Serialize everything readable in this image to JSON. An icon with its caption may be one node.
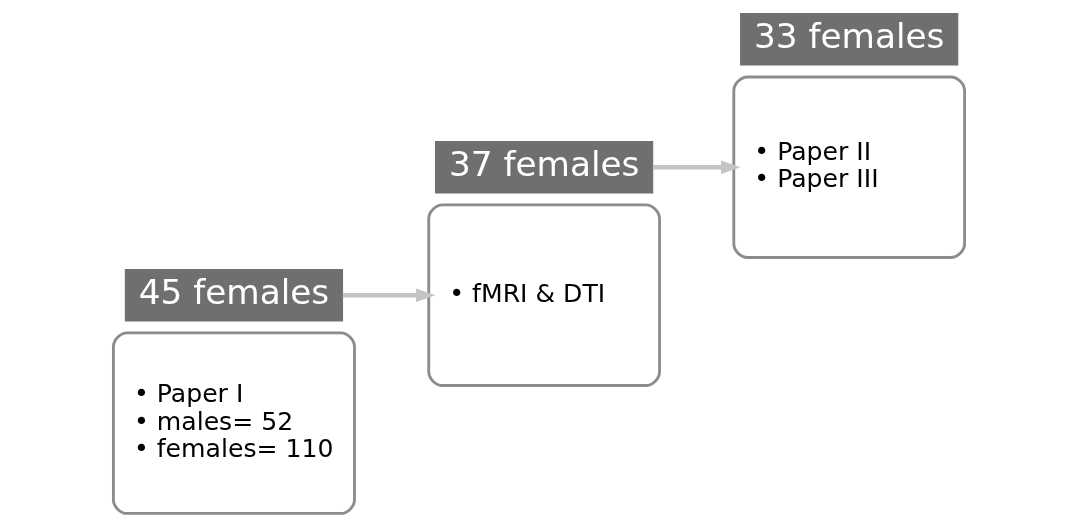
{
  "diagram": {
    "nodes": [
      {
        "text": [
          "• Paper I",
          "• males= 52",
          "• females= 110"
        ]
      },
      {
        "text": [
          "45 females"
        ]
      },
      {
        "text": [
          "• fMRI & DTI"
        ]
      },
      {
        "text": [
          "37 females"
        ]
      },
      {
        "text": [
          "• Paper II",
          "• Paper III"
        ]
      },
      {
        "text": [
          "33 females"
        ]
      }
    ],
    "edges": [
      {
        "from": 1,
        "to": 2,
        "arrow": "to"
      },
      {
        "from": 3,
        "to": 4,
        "arrow": "to"
      }
    ]
  }
}
